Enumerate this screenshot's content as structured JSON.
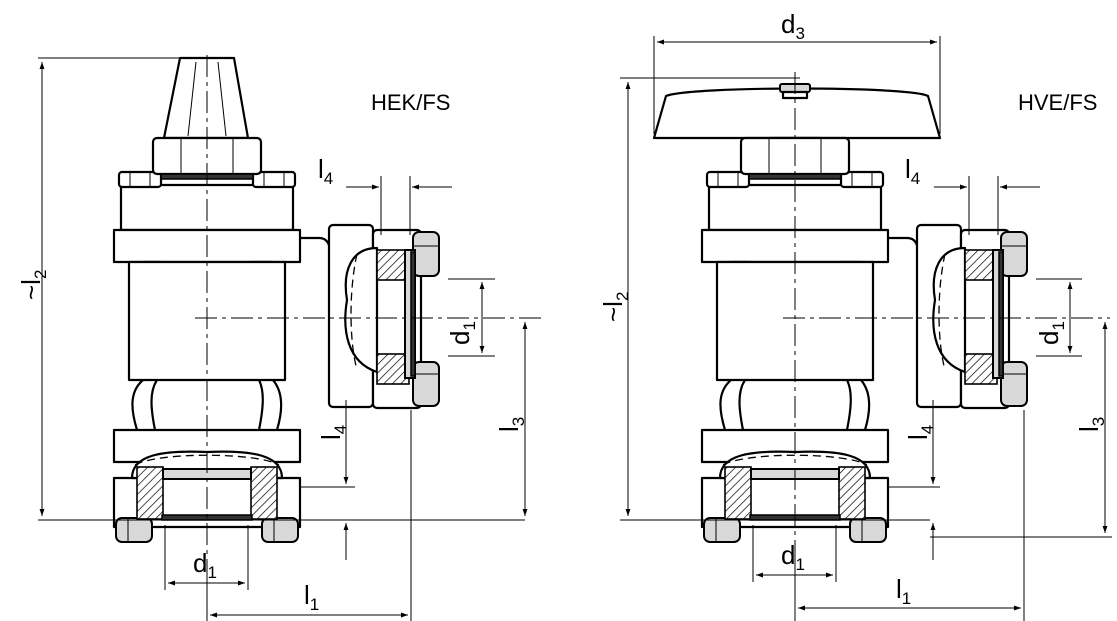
{
  "drawings": [
    {
      "title": "HEK/FS",
      "dims": {
        "l2": "~l",
        "l2_sub": "2",
        "l4": "l",
        "l4_sub": "4",
        "d1": "d",
        "d1_sub": "1",
        "l3": "l",
        "l3_sub": "3",
        "l1": "l",
        "l1_sub": "1"
      }
    },
    {
      "title": "HVE/FS",
      "dims": {
        "d3": "d",
        "d3_sub": "3",
        "l2": "~l",
        "l2_sub": "2",
        "l4": "l",
        "l4_sub": "4",
        "d1": "d",
        "d1_sub": "1",
        "l3": "l",
        "l3_sub": "3",
        "l1": "l",
        "l1_sub": "1"
      }
    }
  ]
}
